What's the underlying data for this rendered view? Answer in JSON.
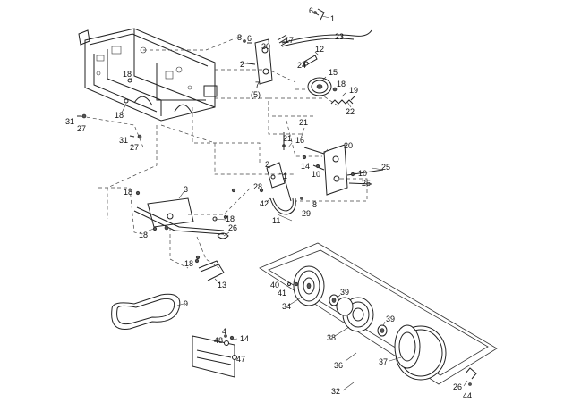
{
  "callouts": [
    {
      "id": "c6a",
      "text": "6"
    },
    {
      "id": "c1a",
      "text": "1"
    },
    {
      "id": "c23",
      "text": "23"
    },
    {
      "id": "c8a",
      "text": "8"
    },
    {
      "id": "c6b",
      "text": "6"
    },
    {
      "id": "c30",
      "text": "30"
    },
    {
      "id": "c17",
      "text": "17"
    },
    {
      "id": "c12",
      "text": "12"
    },
    {
      "id": "c2a",
      "text": "2"
    },
    {
      "id": "c24",
      "text": "24"
    },
    {
      "id": "c15",
      "text": "15"
    },
    {
      "id": "c7",
      "text": "7"
    },
    {
      "id": "c5",
      "text": "(5)"
    },
    {
      "id": "c18a",
      "text": "18"
    },
    {
      "id": "c19",
      "text": "19"
    },
    {
      "id": "c22",
      "text": "22"
    },
    {
      "id": "c18b",
      "text": "18"
    },
    {
      "id": "c18c",
      "text": "18"
    },
    {
      "id": "c31a",
      "text": "31"
    },
    {
      "id": "c27a",
      "text": "27"
    },
    {
      "id": "c31b",
      "text": "31"
    },
    {
      "id": "c27b",
      "text": "27"
    },
    {
      "id": "c21a",
      "text": "21"
    },
    {
      "id": "c21b",
      "text": "21"
    },
    {
      "id": "c16",
      "text": "16"
    },
    {
      "id": "c20",
      "text": "20"
    },
    {
      "id": "c14a",
      "text": "14"
    },
    {
      "id": "c10a",
      "text": "10"
    },
    {
      "id": "c10b",
      "text": "10"
    },
    {
      "id": "c25a",
      "text": "25"
    },
    {
      "id": "c25b",
      "text": "25"
    },
    {
      "id": "c2b",
      "text": "2"
    },
    {
      "id": "c1b",
      "text": "1"
    },
    {
      "id": "c28",
      "text": "28"
    },
    {
      "id": "c42",
      "text": "42"
    },
    {
      "id": "c8b",
      "text": "8"
    },
    {
      "id": "c29",
      "text": "29"
    },
    {
      "id": "c11",
      "text": "11"
    },
    {
      "id": "c18d",
      "text": "18"
    },
    {
      "id": "c3",
      "text": "3"
    },
    {
      "id": "c18e",
      "text": "18"
    },
    {
      "id": "c26a",
      "text": "26"
    },
    {
      "id": "c18f",
      "text": "18"
    },
    {
      "id": "c18g",
      "text": "18"
    },
    {
      "id": "c13",
      "text": "13"
    },
    {
      "id": "c40",
      "text": "40"
    },
    {
      "id": "c41",
      "text": "41"
    },
    {
      "id": "c39a",
      "text": "39"
    },
    {
      "id": "c34",
      "text": "34"
    },
    {
      "id": "c9",
      "text": "9"
    },
    {
      "id": "c38",
      "text": "38"
    },
    {
      "id": "c39b",
      "text": "39"
    },
    {
      "id": "c4",
      "text": "4"
    },
    {
      "id": "c48",
      "text": "48"
    },
    {
      "id": "c14b",
      "text": "14"
    },
    {
      "id": "c47",
      "text": "47"
    },
    {
      "id": "c37",
      "text": "37"
    },
    {
      "id": "c36",
      "text": "36"
    },
    {
      "id": "c26b",
      "text": "26"
    },
    {
      "id": "c44",
      "text": "44"
    },
    {
      "id": "c32",
      "text": "32"
    }
  ]
}
